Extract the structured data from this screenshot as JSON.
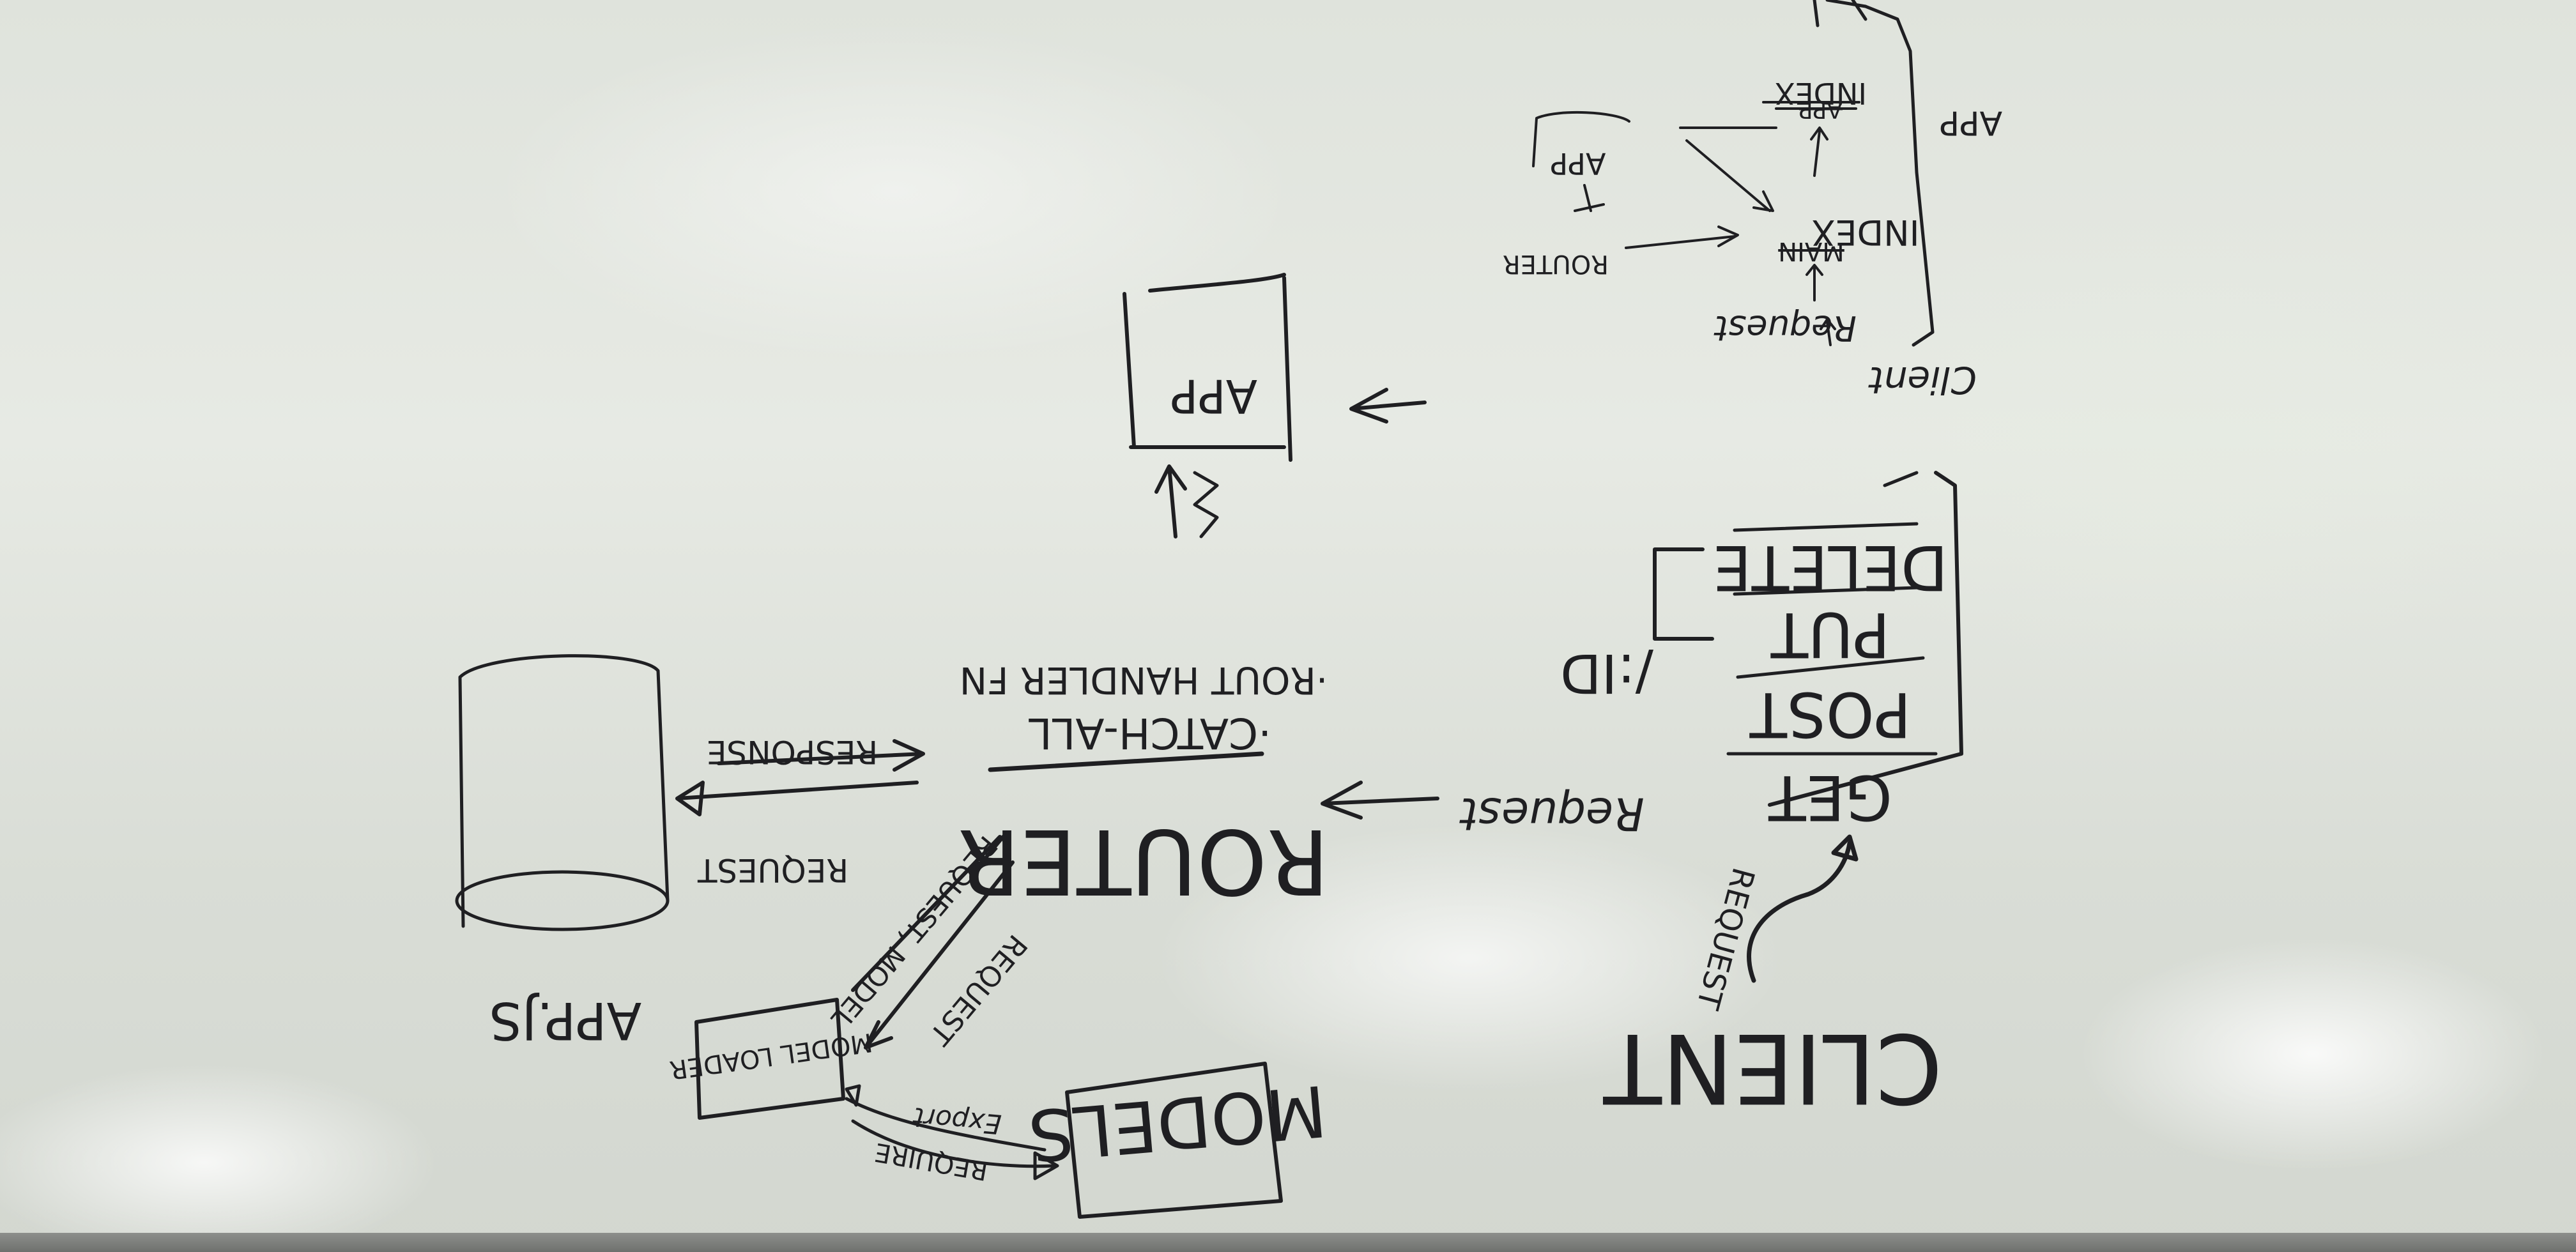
{
  "whiteboard": {
    "client": "CLIENT",
    "request_client": "REQUEST",
    "methods": [
      "GET",
      "POST",
      "PUT",
      "DELETE"
    ],
    "id_param": "/:ID",
    "request_to_router": "Request",
    "router": "ROUTER",
    "router_notes": [
      "·CATCH-ALL",
      "·ROUT HANDLER FN"
    ],
    "response": "RESPONSE",
    "request_to_app": "REQUEST",
    "app_js": "APP.JS",
    "request_model": "REQUEST, MODEL",
    "request_loader": "REQUEST",
    "model_loader": "MODEL LOADER",
    "models": "MODELS",
    "export": "Export",
    "require": "REQUIRE",
    "app_box": "APP",
    "flow_client": "Client",
    "flow_request": "Request",
    "flow_index": "INDEX",
    "flow_index_strike": "MAIN",
    "flow_router": "ROUTER",
    "flow_app": "APP",
    "flow_app_stack": "APP",
    "flow_index_top": "INDEX",
    "flow_index_top_strike": "APP"
  }
}
